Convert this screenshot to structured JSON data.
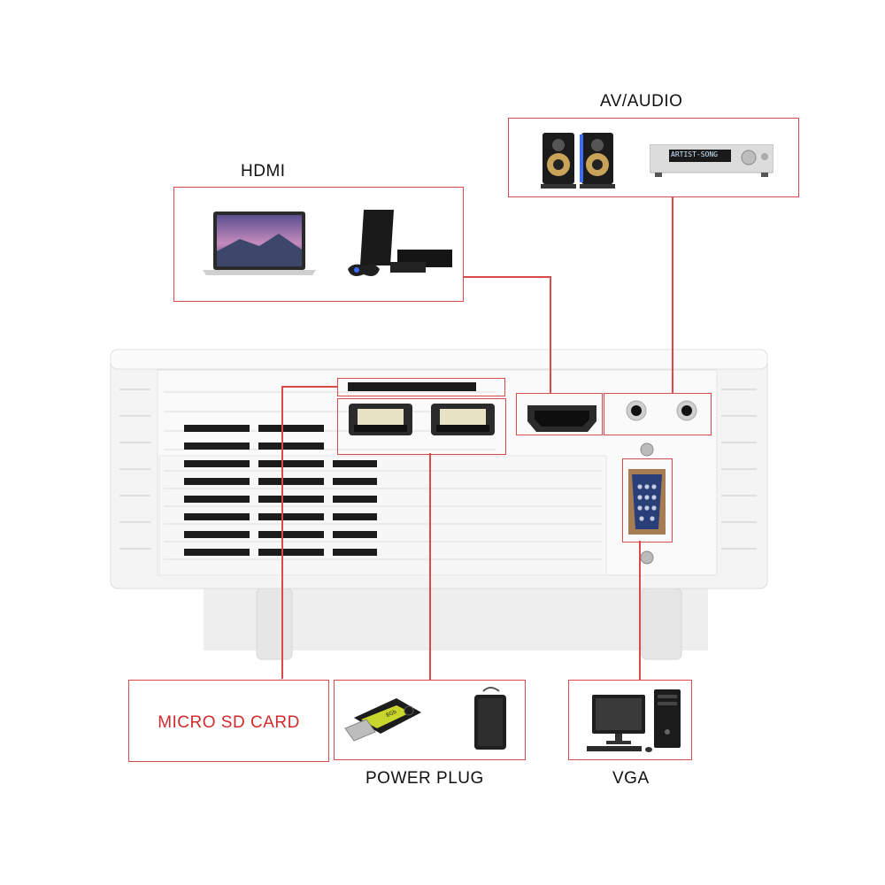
{
  "labels": {
    "av_audio": "AV/AUDIO",
    "hdmi": "HDMI",
    "micro_sd": "MICRO SD CARD",
    "power_plug": "POWER PLUG",
    "vga": "VGA"
  },
  "device_text": {
    "receiver_display": "ARTIST-SONG",
    "usb_drive": "8Gb"
  },
  "colors": {
    "accent": "#d94a4a",
    "projector_body": "#f3f3f3",
    "vent": "#1c1c1c"
  }
}
